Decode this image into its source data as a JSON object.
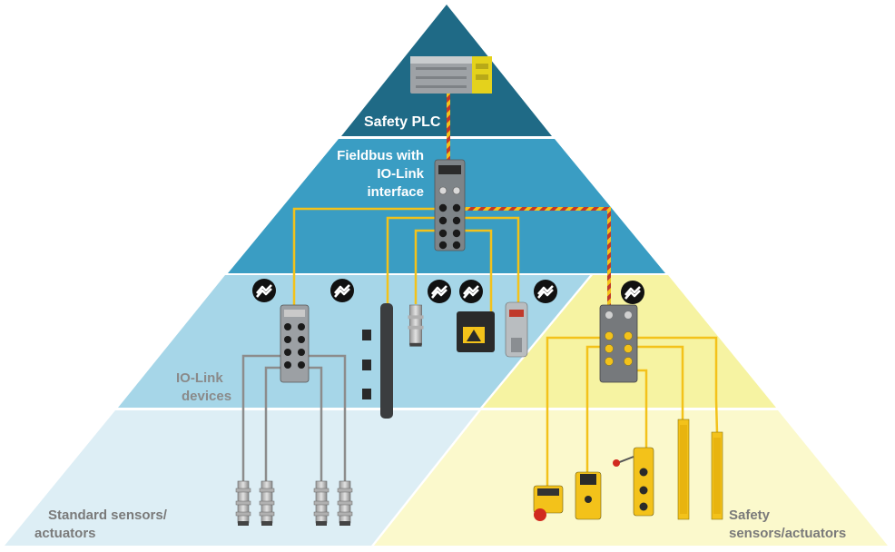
{
  "diagram": {
    "levels": {
      "safety_plc": "Safety PLC",
      "fieldbus_line1": "Fieldbus with",
      "fieldbus_line2": "IO-Link",
      "fieldbus_line3": "interface",
      "iolink_line1": "IO-Link",
      "iolink_line2": "devices",
      "standard_line1": "Standard sensors/",
      "standard_line2": "actuators",
      "safety_line1": "Safety",
      "safety_line2": "sensors/actuators"
    },
    "colors": {
      "tier_top": "#1f6a86",
      "tier_fieldbus": "#3a9dc3",
      "tier_iolink": "#a6d6e8",
      "tier_standard": "#ddeef5",
      "safety_upper": "#f6f3a2",
      "safety_lower": "#fbf9cc",
      "cable_yellow": "#f3c21a",
      "cable_gray": "#8c8c8c",
      "cable_safety_red": "#c0392b"
    },
    "icons": [
      "iolink-logo-icon",
      "plc-device-icon",
      "io-module-icon",
      "sensor-icon",
      "light-curtain-icon",
      "emergency-stop-icon"
    ]
  }
}
